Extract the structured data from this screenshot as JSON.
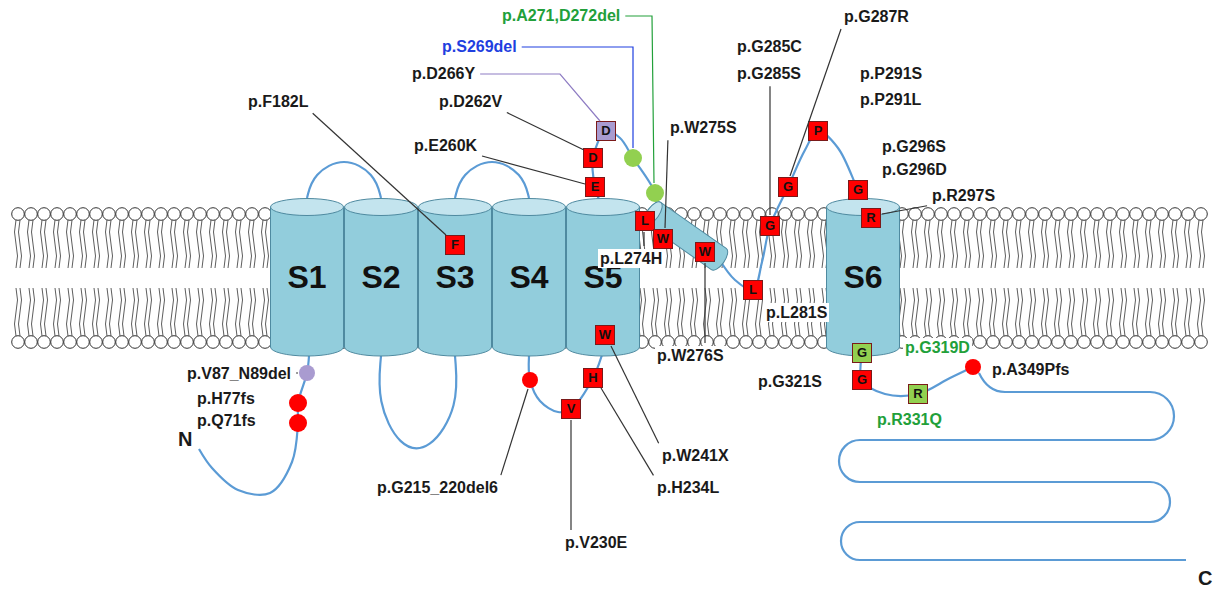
{
  "diagram": {
    "nodes": [
      {
        "text": [
          "S1"
        ]
      },
      {
        "text": [
          "S2"
        ]
      },
      {
        "text": [
          "S3"
        ]
      },
      {
        "text": [
          "S4"
        ]
      },
      {
        "text": [
          "S5"
        ]
      },
      {
        "text": [
          "S6"
        ]
      },
      {
        "text": [
          "D"
        ]
      },
      {
        "text": [
          "P"
        ]
      },
      {
        "text": [
          "D"
        ]
      },
      {
        "text": [
          "E"
        ]
      },
      {
        "text": [
          "G"
        ]
      },
      {
        "text": [
          "G"
        ]
      },
      {
        "text": [
          "R"
        ],
        "in": 5
      },
      {
        "text": [
          "L"
        ]
      },
      {
        "text": [
          "G"
        ]
      },
      {
        "text": [
          "W"
        ]
      },
      {
        "text": [
          "F"
        ],
        "in": 2
      },
      {
        "text": [
          "W"
        ]
      },
      {
        "text": [
          "L"
        ]
      },
      {
        "text": [
          "W"
        ],
        "in": 4
      },
      {
        "text": [
          "G"
        ]
      },
      {
        "text": [
          "H"
        ]
      },
      {
        "text": [
          "G"
        ]
      },
      {
        "text": [
          "R"
        ]
      },
      {
        "text": [
          "V"
        ]
      }
    ],
    "edges": [
      {
        "from": 0,
        "to": 1,
        "arrow": "none"
      },
      {
        "from": 1,
        "to": 2,
        "arrow": "none"
      },
      {
        "from": 2,
        "to": 3,
        "arrow": "none"
      }
    ],
    "labels": [
      "p.A271,D272del",
      "p.S269del",
      "p.D266Y",
      "p.F182L",
      "p.D262V",
      "p.E260K",
      "p.G287R",
      "p.G285C",
      "p.G285S",
      "p.W275S",
      "p.P291S",
      "p.P291L",
      "p.G296S",
      "p.G296D",
      "p.R297S",
      "p.L274H",
      "p.L281S",
      "p.W276S",
      "p.G319D",
      "p.A349Pfs",
      "p.V87_N89del",
      "p.H77fs",
      "p.Q71fs",
      "p.G321S",
      "p.R331Q",
      "p.W241X",
      "N",
      "p.G215_220del6",
      "p.H234L",
      "p.V230E",
      "C"
    ]
  }
}
